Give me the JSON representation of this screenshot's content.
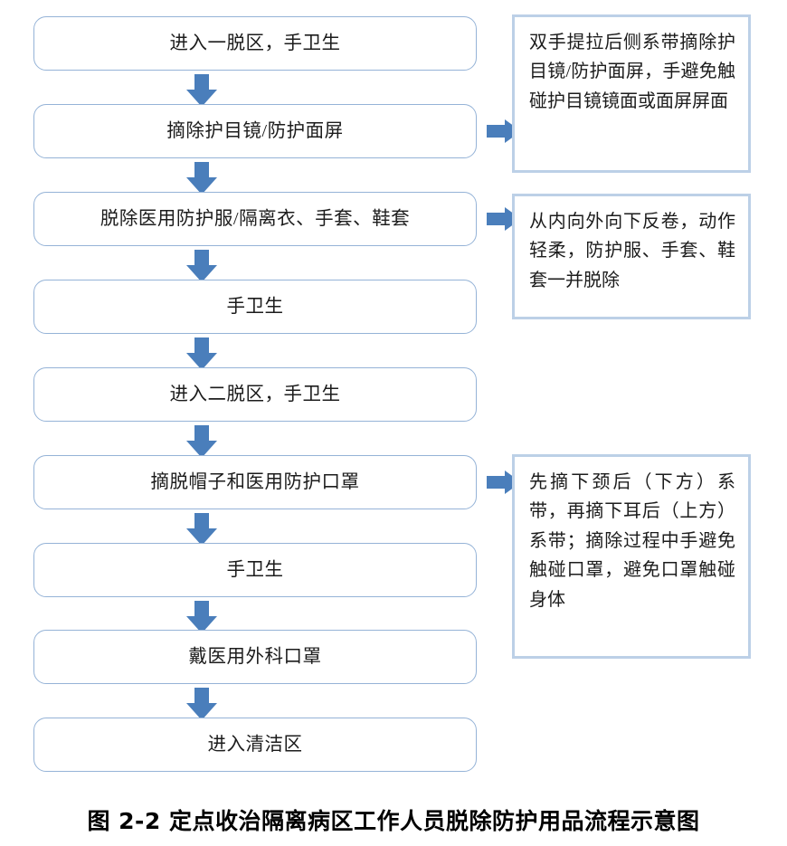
{
  "figure": {
    "caption": "图 2-2  定点收治隔离病区工作人员脱除防护用品流程示意图",
    "accent_color": "#4a7ebb",
    "box_border_color": "#95b3d7",
    "note_border_color": "#bcd0e7",
    "background_color": "#ffffff"
  },
  "flow": {
    "steps": [
      {
        "label": "进入一脱区，手卫生"
      },
      {
        "label": "摘除护目镜/防护面屏"
      },
      {
        "label": "脱除医用防护服/隔离衣、手套、鞋套"
      },
      {
        "label": "手卫生"
      },
      {
        "label": "进入二脱区，手卫生"
      },
      {
        "label": "摘脱帽子和医用防护口罩"
      },
      {
        "label": "手卫生"
      },
      {
        "label": "戴医用外科口罩"
      },
      {
        "label": "进入清洁区"
      }
    ],
    "connector_icon": "arrow-down-icon",
    "connector_count": 8
  },
  "notes": [
    {
      "for_step": "摘除护目镜/防护面屏",
      "text": "双手提拉后侧系带摘除护目镜/防护面屏，手避免触碰护目镜镜面或面屏屏面",
      "connector_icon": "arrow-right-icon"
    },
    {
      "for_step": "脱除医用防护服/隔离衣、手套、鞋套",
      "text": "从内向外向下反卷，动作轻柔，防护服、手套、鞋套一并脱除",
      "connector_icon": "arrow-right-icon"
    },
    {
      "for_step": "摘脱帽子和医用防护口罩",
      "text": "先摘下颈后（下方）系带，再摘下耳后（上方）系带；摘除过程中手避免触碰口罩，避免口罩触碰身体",
      "connector_icon": "arrow-right-icon"
    }
  ]
}
